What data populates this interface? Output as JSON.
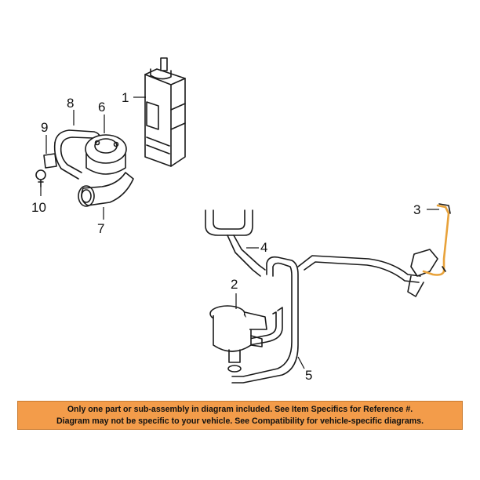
{
  "callouts": {
    "c1": "1",
    "c2": "2",
    "c3": "3",
    "c4": "4",
    "c5": "5",
    "c6": "6",
    "c7": "7",
    "c8": "8",
    "c9": "9",
    "c10": "10"
  },
  "disclaimer": {
    "line1": "Only one part or sub-assembly in diagram included. See Item Specifics for Reference #.",
    "line2": "Diagram may not be specific to your vehicle. See Compatibility for vehicle-specific diagrams."
  },
  "colors": {
    "highlight": "#e8a23a",
    "banner": "#f39c4a"
  }
}
